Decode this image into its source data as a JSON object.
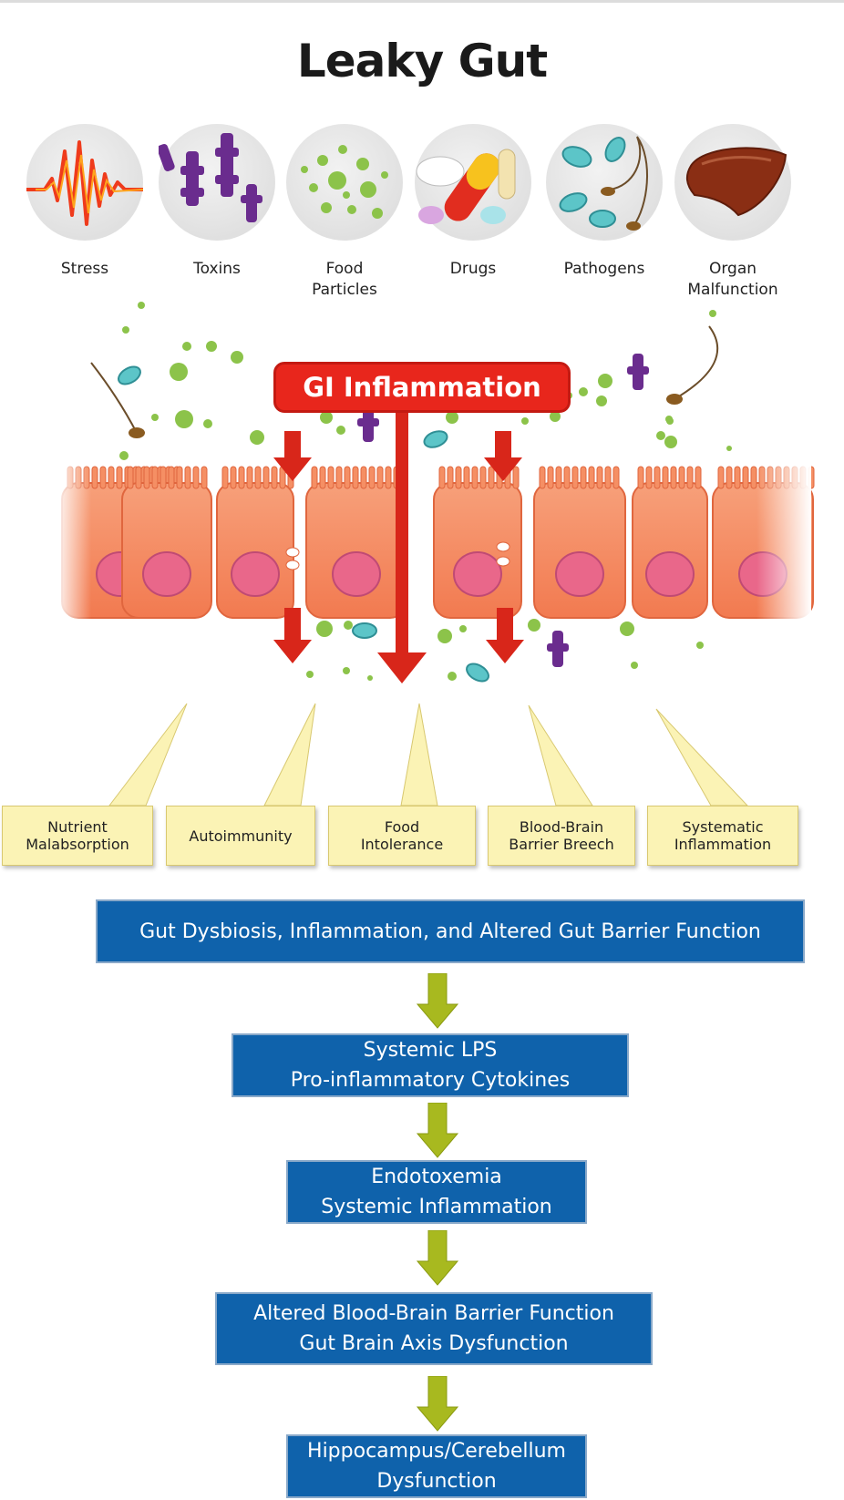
{
  "title": "Leaky Gut",
  "causes": [
    {
      "label": [
        "Stress"
      ],
      "icon": "stress-waveform-icon"
    },
    {
      "label": [
        "Toxins"
      ],
      "icon": "toxins-icon"
    },
    {
      "label": [
        "Food",
        "Particles"
      ],
      "icon": "food-particles-icon"
    },
    {
      "label": [
        "Drugs"
      ],
      "icon": "drugs-pills-icon"
    },
    {
      "label": [
        "Pathogens"
      ],
      "icon": "pathogens-icon"
    },
    {
      "label": [
        "Organ",
        "Malfunction"
      ],
      "icon": "liver-organ-icon"
    }
  ],
  "inflammation_label": "GI Inflammation",
  "outcomes": [
    {
      "label": [
        "Nutrient",
        "Malabsorption"
      ]
    },
    {
      "label": [
        "Autoimmunity"
      ]
    },
    {
      "label": [
        "Food",
        "Intolerance"
      ]
    },
    {
      "label": [
        "Blood-Brain",
        "Barrier Breech"
      ]
    },
    {
      "label": [
        "Systematic",
        "Inflammation"
      ]
    }
  ],
  "flow": [
    {
      "lines": [
        "Gut Dysbiosis, Inflammation, and Altered Gut Barrier Function"
      ]
    },
    {
      "lines": [
        "Systemic LPS",
        "Pro-inflammatory Cytokines"
      ]
    },
    {
      "lines": [
        "Endotoxemia",
        "Systemic Inflammation"
      ]
    },
    {
      "lines": [
        "Altered Blood-Brain Barrier Function",
        "Gut Brain Axis Dysfunction"
      ]
    },
    {
      "lines": [
        "Hippocampus/Cerebellum",
        "Dysfunction"
      ]
    }
  ],
  "colors": {
    "flow_box": "#0f62ab",
    "flow_arrow": "#a8b91f",
    "inflammation": "#e8261c",
    "cell": "#f4875e",
    "nucleus": "#e9678a",
    "particle": "#8cc34a",
    "toxin": "#6a2c8e",
    "callout": "#fbf3b5"
  }
}
